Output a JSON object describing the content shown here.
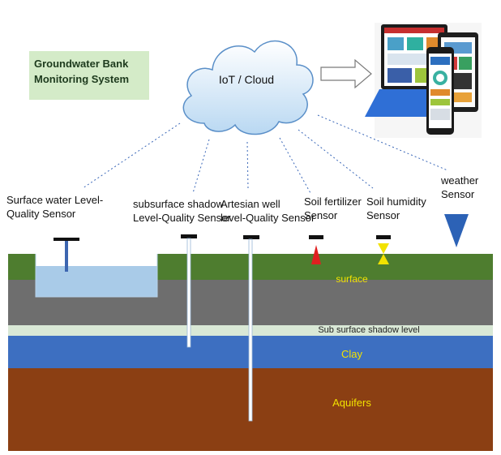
{
  "title": "Groundwater Bank\nMonitoring System",
  "cloud_label": "IoT / Cloud",
  "sensors": [
    {
      "label": "Surface water Level-\nQuality Sensor"
    },
    {
      "label": "subsurface shadow\nLevel-Quality Sensor"
    },
    {
      "label": "Artesian well\nlevel-Quality Sensor"
    },
    {
      "label": "Soil fertilizer\nSensor"
    },
    {
      "label": "Soil humidity\nSensor"
    },
    {
      "label": "weather\nSensor"
    }
  ],
  "layers": {
    "surface": "surface",
    "shadow": "Sub surface shadow level",
    "clay": "Clay",
    "aquifers": "Aquifers"
  },
  "colors": {
    "grass": "#4e7d2f",
    "gray": "#6e6e6e",
    "shadow": "#d9e8d6",
    "clay": "#3d6fc1",
    "aquifer": "#8b3f13",
    "water": "#a9cbe8",
    "layer_text": "#f2e200"
  }
}
